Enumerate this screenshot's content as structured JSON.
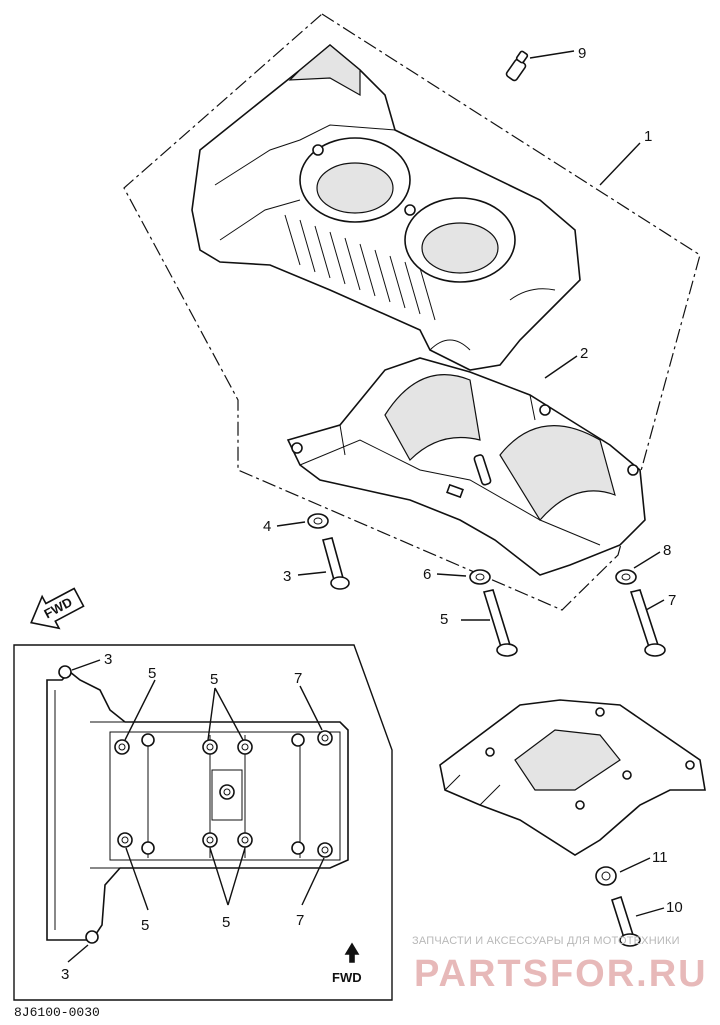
{
  "callouts": {
    "c1": "1",
    "c2": "2",
    "c3": "3",
    "c4": "4",
    "c5": "5",
    "c6": "6",
    "c7": "7",
    "c8": "8",
    "c9": "9",
    "c10": "10",
    "c11": "11"
  },
  "inset": {
    "fwd_label": "FWD",
    "labels": {
      "top_3": "3",
      "top_5a": "5",
      "top_5b": "5",
      "top_7": "7",
      "bot_5a": "5",
      "bot_5b": "5",
      "bot_7": "7",
      "bot_3": "3"
    }
  },
  "fwd_arrow_label": "FWD",
  "reference_code": "8J6100-0030",
  "watermark": {
    "line1": "ЗАПЧАСТИ И АКСЕССУАРЫ ДЛЯ МОТОТЕХНИКИ",
    "line2": "PARTSFOR.RU"
  },
  "icons": [
    "fwd-arrow-icon",
    "up-arrow-icon"
  ]
}
